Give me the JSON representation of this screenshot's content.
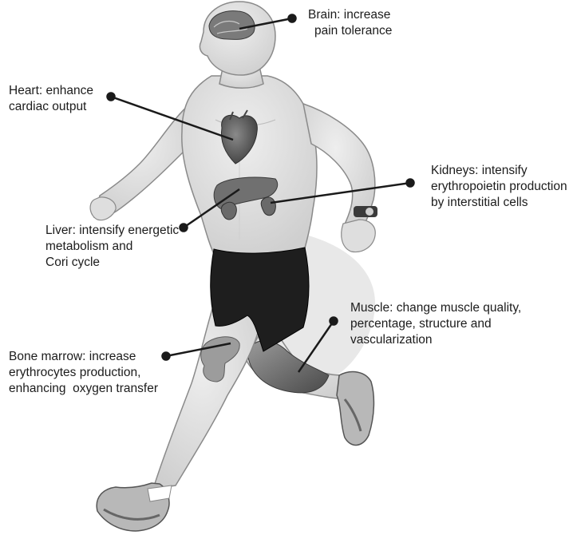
{
  "labels": {
    "brain": [
      "Brain: increase",
      "pain tolerance"
    ],
    "heart": [
      "Heart: enhance",
      "cardiac output"
    ],
    "kidneys": [
      "Kidneys: intensify",
      "erythropoietin production",
      "by interstitial cells"
    ],
    "liver": [
      "Liver: intensify energetic",
      "metabolism and",
      "Cori cycle"
    ],
    "muscle": [
      "Muscle: change muscle quality,",
      "percentage, structure and",
      "vascularization"
    ],
    "bone_marrow": [
      "Bone marrow: increase",
      "erythrocytes production,",
      "enhancing  oxygen transfer"
    ]
  },
  "colors": {
    "skin": "#e4e4e4",
    "skin_shadow": "#c4c4c4",
    "outline": "#8a8a8a",
    "shorts": "#1e1e1e",
    "organ": "#6e6e6e",
    "heart": "#555555",
    "pointer": "#1a1a1a"
  }
}
